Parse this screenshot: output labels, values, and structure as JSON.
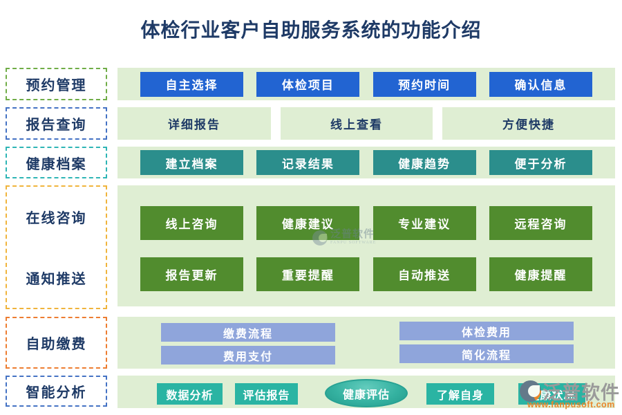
{
  "title": "体检行业客户自助服务系统的功能介绍",
  "sidebar": {
    "appointment": "预约管理",
    "report": "报告查询",
    "records": "健康档案",
    "consult": "在线咨询",
    "notify": "通知推送",
    "payment": "自助缴费",
    "analysis": "智能分析"
  },
  "features": {
    "appointment": [
      "自主选择",
      "体检项目",
      "预约时间",
      "确认信息"
    ],
    "report": [
      "详细报告",
      "线上查看",
      "方便快捷"
    ],
    "records": [
      "建立档案",
      "记录结果",
      "健康趋势",
      "便于分析"
    ],
    "consult": [
      "线上咨询",
      "健康建议",
      "专业建议",
      "远程咨询"
    ],
    "notify": [
      "报告更新",
      "重要提醒",
      "自动推送",
      "健康提醒"
    ],
    "payment": [
      "缴费流程",
      "体检费用",
      "费用支付",
      "简化流程"
    ],
    "analysis": [
      "数据分析",
      "评估报告",
      "健康评估",
      "了解自身",
      "健康状况"
    ]
  },
  "colors": {
    "title_text": "#1e3a66",
    "row_background": "#dfeed3",
    "appointment_button": "#2264d2",
    "records_button": "#2b8e8c",
    "consult_notify_button": "#518c2e",
    "payment_bar": "#8fa5db",
    "analysis_button": "#2ab4a3",
    "border_green": "#70ad47",
    "border_blue": "#4472c4",
    "border_teal": "#2eb5b5",
    "border_amber": "#f0b43c",
    "border_orange": "#ed7d31"
  },
  "watermark": {
    "center_name": "泛普软件",
    "center_sub": "FANPU SOFTWARE",
    "brand_name": "泛普软件",
    "brand_url": "www.fanpusoft.com"
  }
}
